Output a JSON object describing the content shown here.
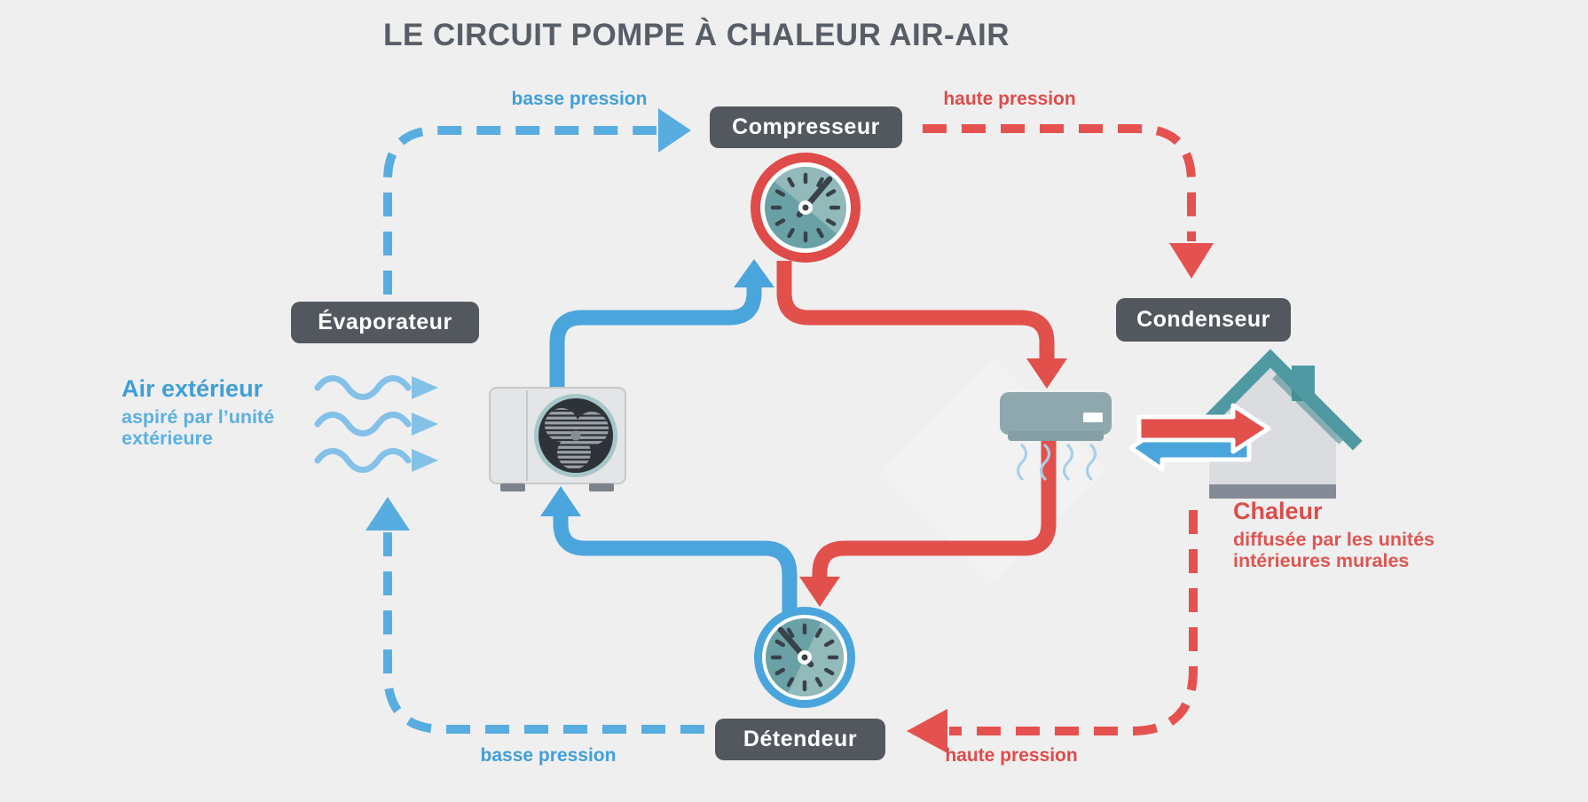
{
  "title": "LE CIRCUIT POMPE À CHALEUR AIR-AIR",
  "labels": {
    "compressor": "Compresseur",
    "evaporator": "Évaporateur",
    "condenser": "Condenseur",
    "expansion_valve": "Détendeur"
  },
  "flow": {
    "low_pressure": "basse pression",
    "high_pressure": "haute pression"
  },
  "annotations": {
    "outside_air": {
      "title": "Air extérieur",
      "subtitle": "aspiré par l’unité extérieure"
    },
    "heat": {
      "title": "Chaleur",
      "subtitle": "diffusée par les unités intérieures murales"
    }
  },
  "icons": {
    "compressor_gauge": "pressure-gauge-high",
    "expansion_gauge": "pressure-gauge-low",
    "outdoor_unit": "outdoor-fan-unit",
    "indoor_unit": "indoor-wall-unit",
    "house": "house"
  },
  "colors": {
    "background": "#efefef",
    "low_pressure_blue": "#4aa5dc",
    "low_pressure_dashed": "#58ade0",
    "high_pressure_red": "#e2504c",
    "high_pressure_dashed": "#e5514e",
    "label_box": "#53585f",
    "title_text": "#575e67",
    "roof_teal": "#4f9aa2",
    "gauge_face": "#6aa1a6"
  }
}
